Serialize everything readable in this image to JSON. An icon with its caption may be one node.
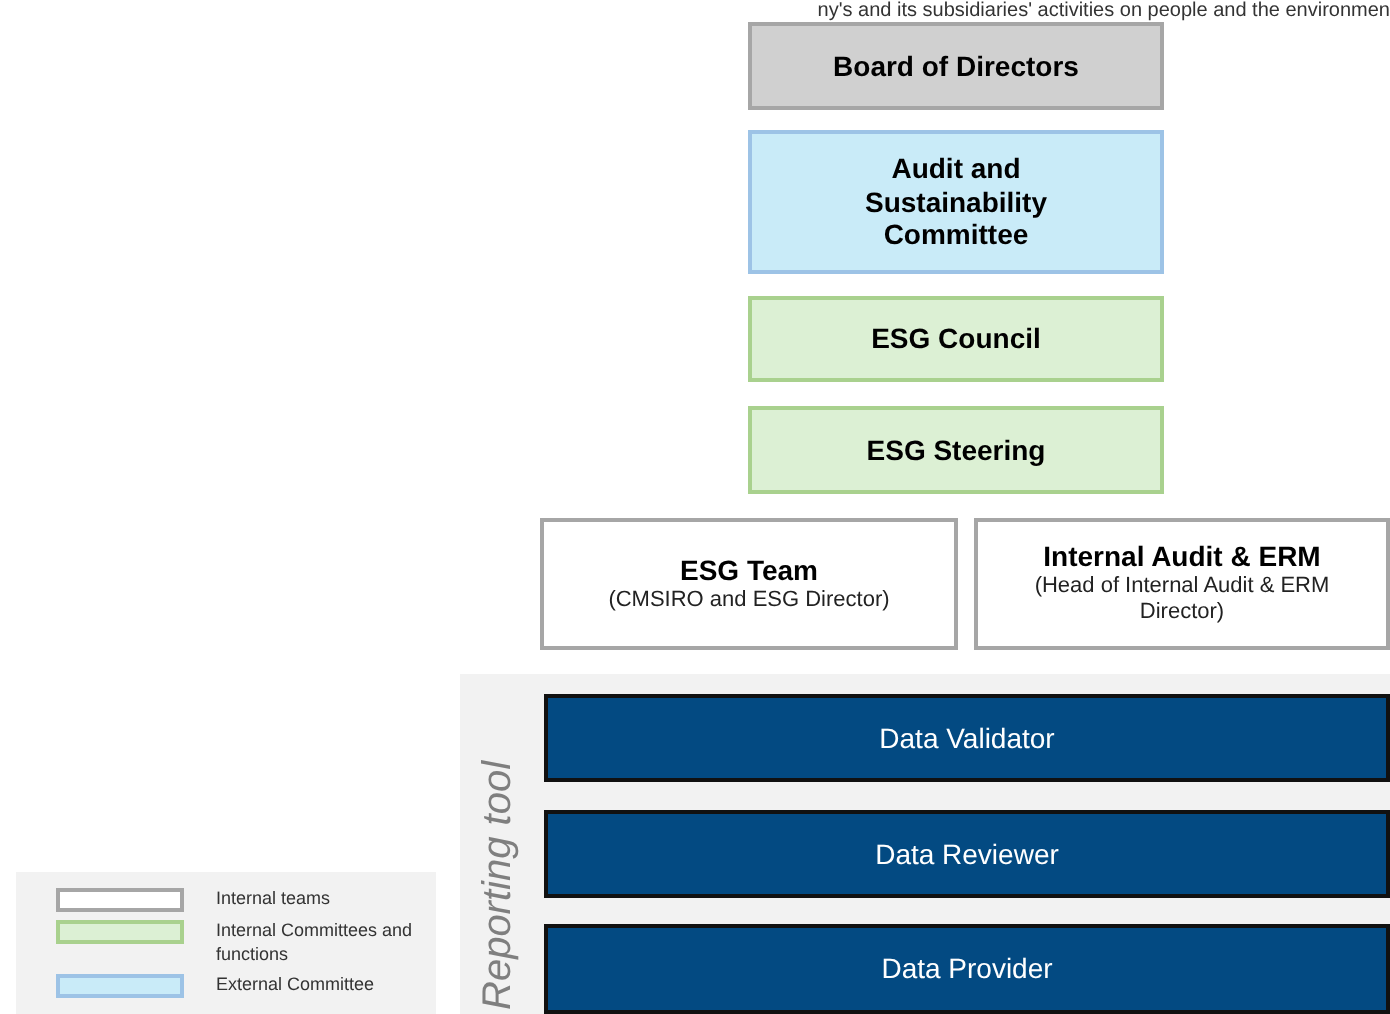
{
  "diagram": {
    "nodes": [
      {
        "text": [
          "Board of Directors"
        ]
      },
      {
        "text": [
          "Audit and Sustainability Committee"
        ]
      },
      {
        "text": [
          "ESG Council"
        ]
      },
      {
        "text": [
          "ESG Steering"
        ]
      },
      {
        "text": [
          "ESG Team",
          "(CMSIRO and ESG Director)"
        ]
      },
      {
        "text": [
          "Internal Audit & ERM",
          "(Head of Internal Audit & ERM Director)"
        ]
      },
      {
        "text": [
          "Reporting tool"
        ]
      },
      {
        "text": [
          "Data Validator"
        ],
        "in": 6
      },
      {
        "text": [
          "Data Reviewer"
        ],
        "in": 6
      },
      {
        "text": [
          "Data Provider"
        ],
        "in": 6
      }
    ],
    "edges": [],
    "labels": [
      "ny's and its subsidiaries' activities on people and the environmen"
    ],
    "legend": [
      {
        "text": "Internal teams",
        "color": "#ffffff"
      },
      {
        "text": "Internal Committees and functions",
        "color": "#dcf0d4"
      },
      {
        "text": "External Committee",
        "color": "#c9ebf8"
      }
    ]
  }
}
